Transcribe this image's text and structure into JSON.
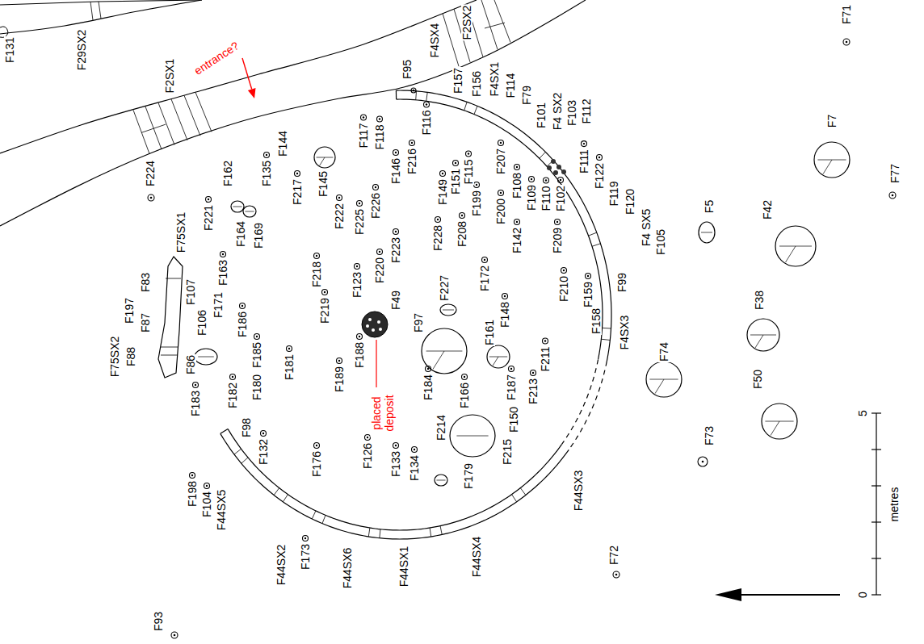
{
  "diagram": {
    "labels": [
      "F131",
      "F29SX2",
      "F2SX1",
      "entrance?",
      "F95",
      "F4SX4",
      "F2SX2",
      "F157",
      "F156",
      "F4SX1",
      "F114",
      "F79",
      "F101",
      "F4 SX2",
      "F103",
      "F112",
      "F71",
      "F7",
      "F77",
      "F144",
      "F117",
      "F118",
      "F145",
      "F216",
      "F146",
      "F116",
      "F149",
      "F115",
      "F151",
      "F207",
      "F199",
      "F108",
      "F109",
      "F110",
      "F102",
      "F111",
      "F122",
      "F119",
      "F120",
      "F4 SX5",
      "F105",
      "F5",
      "F42",
      "F224",
      "F162",
      "F135",
      "F217",
      "F221",
      "F164",
      "F169",
      "F163",
      "F222",
      "F225",
      "F226",
      "F223",
      "F228",
      "F208",
      "F200",
      "F142",
      "F209",
      "F75SX1",
      "F83",
      "F107",
      "F106",
      "F197",
      "F87",
      "F171",
      "F88",
      "F75SX2",
      "F86",
      "F186",
      "F185",
      "F218",
      "F219",
      "F220",
      "F123",
      "F49",
      "F227",
      "F172",
      "F210",
      "F159",
      "F99",
      "F158",
      "F4SX3",
      "F74",
      "F38",
      "F148",
      "F97",
      "F161",
      "F211",
      "F213",
      "F188",
      "F189",
      "F181",
      "F180",
      "F182",
      "F183",
      "F184",
      "F166",
      "F187",
      "F150",
      "placed deposit",
      "F50",
      "F73",
      "F98",
      "F132",
      "F176",
      "F126",
      "F133",
      "F134",
      "F214",
      "F179",
      "F215",
      "F198",
      "F104",
      "F44SX5",
      "F44SX3",
      "F44SX2",
      "F173",
      "F44SX6",
      "F44SX1",
      "F44SX4",
      "F72",
      "F93",
      "5",
      "0",
      "metres"
    ]
  }
}
